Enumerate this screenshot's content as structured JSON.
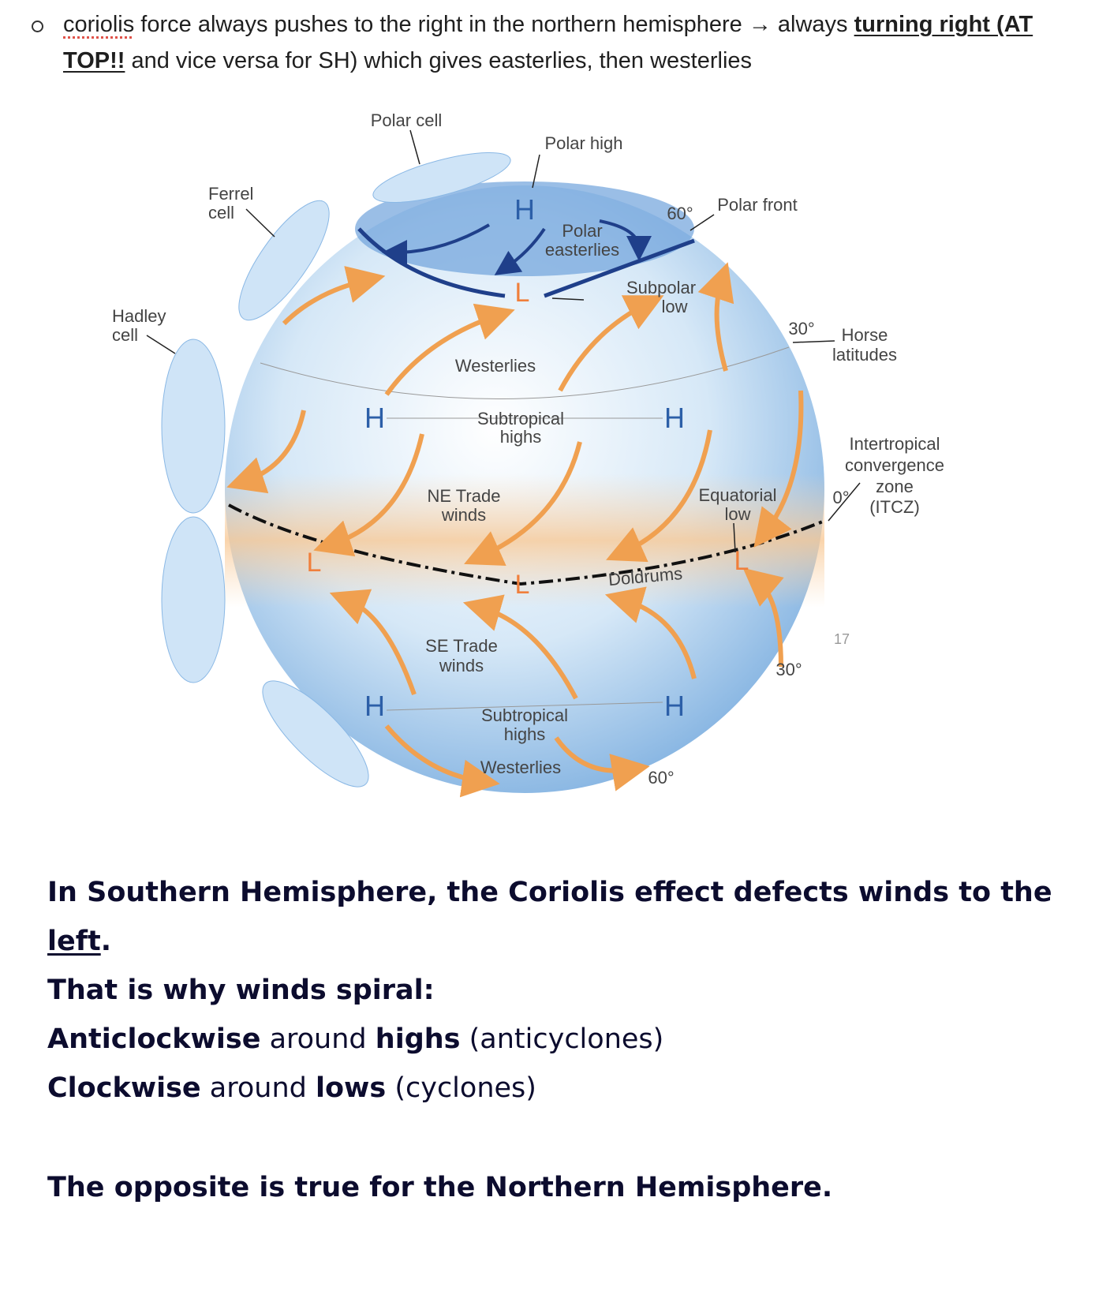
{
  "note": {
    "part1": "coriolis",
    "part2": " force always pushes to the right in the northern hemisphere → always ",
    "part3": "turning right (AT TOP!!",
    "part4": " and vice versa for SH) which gives easterlies, then westerlies"
  },
  "diagram": {
    "polar_cell": "Polar cell",
    "polar_high": "Polar high",
    "ferrel1": "Ferrel",
    "ferrel2": "cell",
    "h_polar": "H",
    "sixty_n": "60°",
    "polar_front": "Polar front",
    "polar_east1": "Polar",
    "polar_east2": "easterlies",
    "l_subpolar": "L",
    "subpolar1": "Subpolar",
    "subpolar2": "low",
    "hadley1": "Hadley",
    "hadley2": "cell",
    "thirty_n": "30°",
    "horse1": "Horse",
    "horse2": "latitudes",
    "westerlies_n": "Westerlies",
    "h_st_left": "H",
    "st_high1": "Subtropical",
    "st_high2": "highs",
    "h_st_right": "H",
    "itcz1": "Intertropical",
    "itcz2": "convergence",
    "itcz3": "zone",
    "itcz4": "(ITCZ)",
    "zero": "0°",
    "ne1": "NE Trade",
    "ne2": "winds",
    "eq1": "Equatorial",
    "eq2": "low",
    "l_left": "L",
    "l_mid": "L",
    "doldrums": "Doldrums",
    "l_right": "L",
    "page_num": "17",
    "se1": "SE Trade",
    "se2": "winds",
    "thirty_s": "30°",
    "h_s_left": "H",
    "st_s1": "Subtropical",
    "st_s2": "highs",
    "h_s_right": "H",
    "westerlies_s": "Westerlies",
    "sixty_s": "60°"
  },
  "slide": {
    "line1": "In Southern Hemisphere, the Coriolis effect defects winds to the",
    "line1b": "left",
    "line1c": ".",
    "line2": "That is why winds spiral:",
    "l3a": "Anticlockwise",
    "l3b": " around ",
    "l3c": "highs",
    "l3d": " (anticyclones)",
    "l4a": "Clockwise",
    "l4b": " around ",
    "l4c": "lows",
    "l4d": " (cyclones)",
    "line5": "The opposite is true for the Northern Hemisphere."
  }
}
